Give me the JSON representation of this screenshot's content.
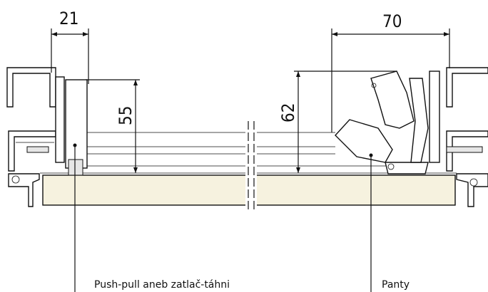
{
  "dimensions": {
    "left_width": "21",
    "left_height": "55",
    "right_height": "62",
    "right_width": "70"
  },
  "labels": {
    "left": "Push-pull aneb zatlač-táhni",
    "right": "Panty"
  },
  "colors": {
    "panel_fill": "#f6f2df",
    "line": "#111111"
  }
}
